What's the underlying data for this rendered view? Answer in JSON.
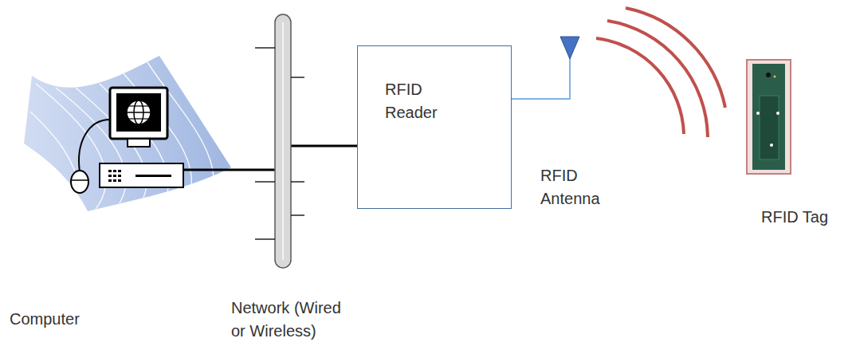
{
  "diagram": {
    "nodes": [
      {
        "text": [
          "RFID Reader"
        ]
      }
    ],
    "labels": [
      "Computer",
      "Network (Wired or Wireless)",
      "RFID Antenna",
      "RFID Tag"
    ]
  }
}
